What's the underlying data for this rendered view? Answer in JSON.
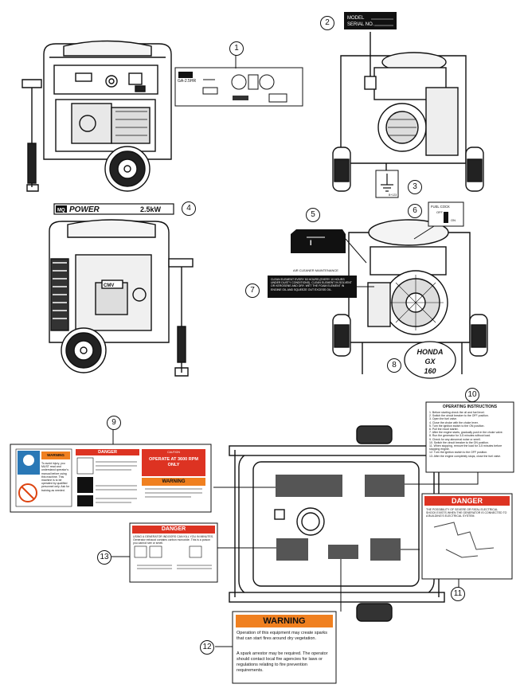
{
  "callouts": [
    "1",
    "2",
    "3",
    "4",
    "5",
    "6",
    "7",
    "8",
    "9",
    "10",
    "11",
    "12",
    "13"
  ],
  "brand": {
    "logo": "MQ",
    "name": "POWER",
    "rating": "2.5kW",
    "model_code": "GA-2.5HR"
  },
  "model_plate": {
    "model_label": "MODEL",
    "serial_label": "SERIAL NO."
  },
  "ground_code": "B+123",
  "fuel_cock": {
    "title": "FUEL COCK",
    "off": "OFF",
    "on": "ON"
  },
  "air_cleaner": {
    "title": "AIR CLEANER MAINTENANCE",
    "text": "CLEAN ELEMENT EVERY 50 HOURS (EVERY 10 HOURS UNDER DUSTY CONDITIONS). CLEAN ELEMENT IN SOLVENT OR KEROSENE AND DRY. WET THE FOAM ELEMENT IN ENGINE OIL AND SQUEEZE OUT EXCESS OIL."
  },
  "engine_badge": {
    "make": "HONDA",
    "model": "GX",
    "number": "160"
  },
  "engine_plate": "CMV",
  "operating_instructions": {
    "title": "OPERATING INSTRUCTIONS",
    "steps": [
      "1. Before starting check the oil and fuel level.",
      "2. Switch the circuit breaker to the OFF position.",
      "3. Open the fuel valve.",
      "4. Close the choke with the choke lever.",
      "5. Turn the ignition switch to the ON position.",
      "6. Pull the recoil starter.",
      "7. After the engine starts, gradually push in the choke valve.",
      "8. Run the generator for 3-5 minutes without load.",
      "9. Check for any abnormal noise or smell.",
      "10. Switch the circuit breaker to the ON position.",
      "11. When stopping, remove the load for 3-5 minutes before stopping engine.",
      "12. Turn the ignition switch to the OFF position.",
      "13. After the engine completely stops, close the fuel valve."
    ]
  },
  "label9": {
    "warning_word": "WARNING",
    "warning_text": "To avoid injury, you MUST read and understand operator's manual before using this machine. This machine is to be operated by qualified personnel only. Ask for training as needed.",
    "danger_word": "DANGER",
    "caution_title": "CAUTION",
    "caution_text": "OPERATE AT 3600 RPM ONLY",
    "warning2_word": "WARNING"
  },
  "label11": {
    "danger_word": "DANGER",
    "text": "THE POSSIBILITY OF SEVERE OR FATAL ELECTRICAL SHOCK EXISTS WHEN THE GENERATOR IS CONNECTED TO A BUILDING'S ELECTRICAL SYSTEM."
  },
  "label12": {
    "warning_word": "WARNING",
    "text1": "Operation of this equipment may create sparks that can start fires around dry vegetation.",
    "text2": "A spark arrestor may be required. The operator should contact local fire agencies for laws or regulations relating to fire prevention requirements."
  },
  "label13": {
    "danger_word": "DANGER",
    "text": "USING A GENERATOR INDOORS CAN KILL YOU IN MINUTES. Generator exhaust contains carbon monoxide. This is a poison you cannot see or smell."
  }
}
